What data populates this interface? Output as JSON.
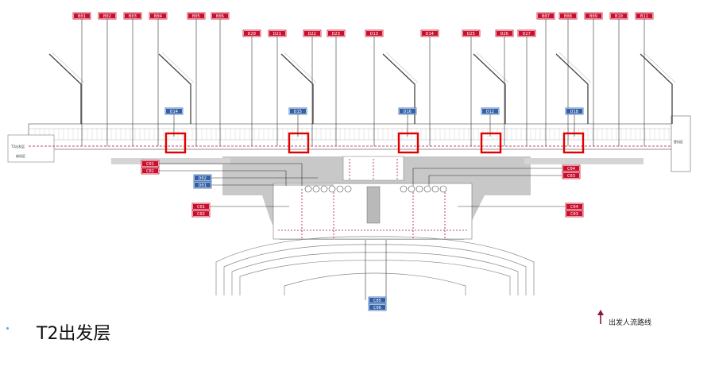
{
  "title": "T2出发层",
  "legend": {
    "label": "出发人流路线",
    "arrow_color": "#8a1540"
  },
  "colors": {
    "red_tag": "#c8102e",
    "blue_tag": "#3060a8",
    "highlight": "#e00000",
    "route": "#b01050",
    "building_fill": "#c9c9c9"
  },
  "top_tags_row1": [
    "B01",
    "B02",
    "B03",
    "B04",
    "B05",
    "B06",
    "B07",
    "B08",
    "B09",
    "B10",
    "B11"
  ],
  "top_tags_row2": [
    "D20",
    "D21",
    "D22",
    "D23",
    "D13",
    "D14",
    "D25",
    "D26",
    "D27"
  ],
  "mid_blue_tags": [
    "D14",
    "D15",
    "D16",
    "D12",
    "D18"
  ],
  "side_tags_left_red": [
    "C01",
    "C02"
  ],
  "side_tags_left_blue": [
    "D02",
    "D01"
  ],
  "side_tags_lower_left": [
    "C01",
    "C02"
  ],
  "side_tags_right_red": [
    "C04",
    "C03"
  ],
  "side_tags_lower_right": [
    "C04",
    "C03"
  ],
  "bottom_blue_tags": [
    "C05",
    "C06"
  ],
  "side_text_left": [
    "T2出发层",
    "候机区"
  ],
  "side_text_right": [
    "登机区"
  ]
}
